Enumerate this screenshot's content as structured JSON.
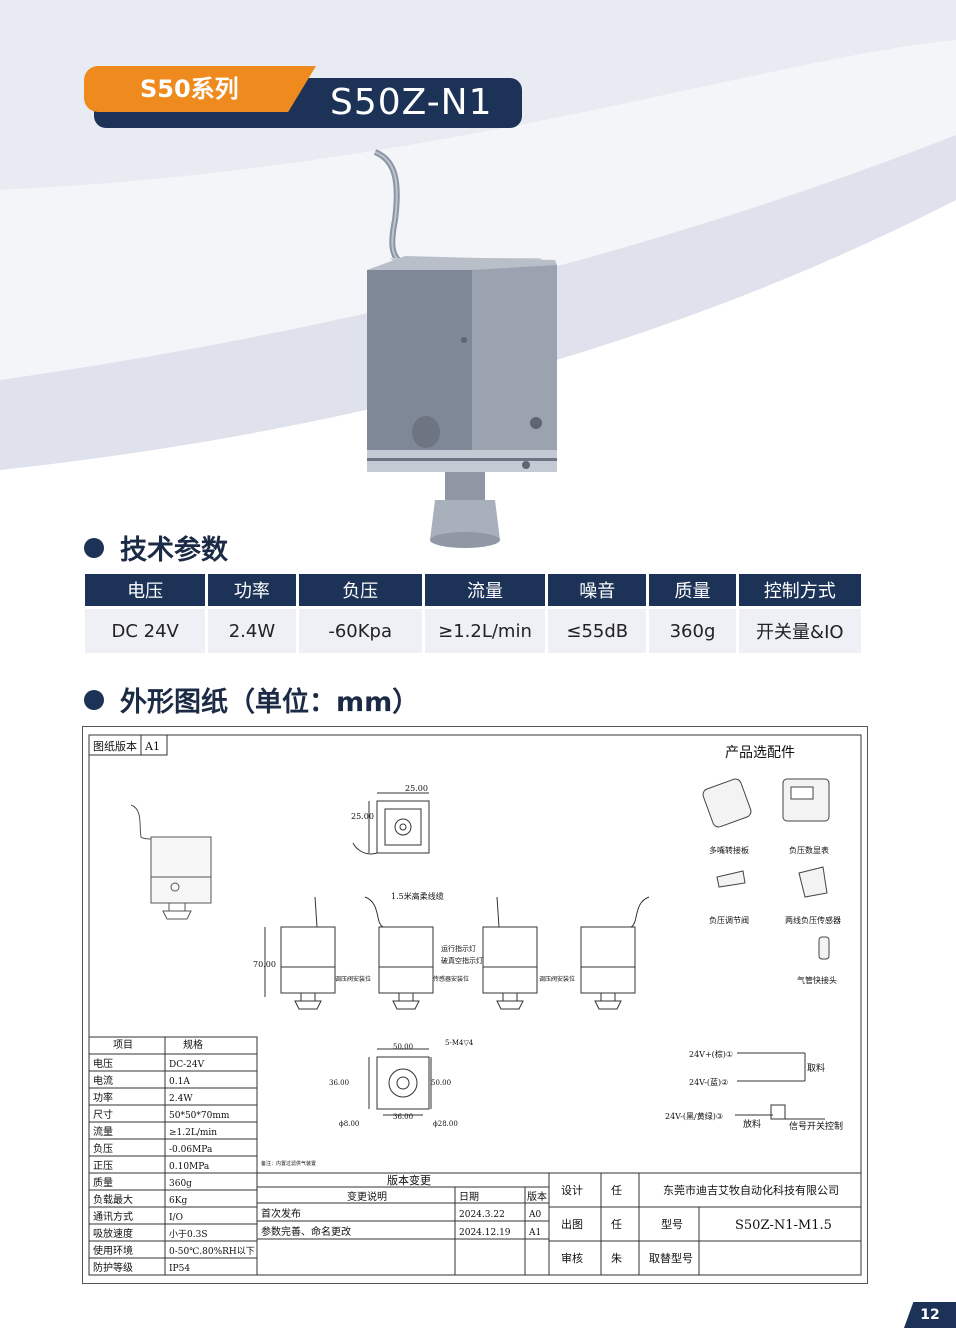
{
  "header": {
    "series_label": "S50系列",
    "model": "S50Z-N1"
  },
  "sections": {
    "tech_params": "技术参数",
    "dimensions": "外形图纸（单位：mm）"
  },
  "specs": {
    "headers": [
      "电压",
      "功率",
      "负压",
      "流量",
      "噪音",
      "质量",
      "控制方式"
    ],
    "values": [
      "DC 24V",
      "2.4W",
      "-60Kpa",
      "≥1.2L/min",
      "≤55dB",
      "360g",
      "开关量&IO"
    ]
  },
  "drawing": {
    "version_label": "图纸版本",
    "version_value": "A1",
    "accessories_title": "产品选配件",
    "accessories": [
      "多嘴转接板",
      "负压数显表",
      "负压调节阀",
      "两线负压传感器",
      "气管快接头"
    ],
    "dims": {
      "d25a": "25.00",
      "d25b": "25.00",
      "d70": "70.00",
      "d50a": "50.00",
      "d36a": "36.00",
      "d50b": "50.00",
      "d36b": "36.00",
      "phi8": "ϕ8.00",
      "phi28": "ϕ28.00",
      "m4": "5-M4▽4"
    },
    "callouts": {
      "cable": "1.5米高柔线缆",
      "run_led": "运行指示灯",
      "vac_led": "破真空指示灯",
      "valve_pos1": "调压阀安装位",
      "sensor_pos": "传感器安装位",
      "valve_pos2": "调压阀安装位",
      "note": "备注：内置过滤供气装置"
    },
    "wiring": {
      "w1": "24V+(棕)①",
      "w2": "24V-(蓝)②",
      "w3": "24V-(黑/黄绿)③",
      "pick": "取料",
      "release": "放料",
      "signal": "信号开关控制"
    },
    "spec_table": {
      "header": [
        "项目",
        "规格"
      ],
      "rows": [
        [
          "电压",
          "DC-24V"
        ],
        [
          "电流",
          "0.1A"
        ],
        [
          "功率",
          "2.4W"
        ],
        [
          "尺寸",
          "50*50*70mm"
        ],
        [
          "流量",
          "≥1.2L/min"
        ],
        [
          "负压",
          "-0.06MPa"
        ],
        [
          "正压",
          "0.10MPa"
        ],
        [
          "质量",
          "360g"
        ],
        [
          "负载最大",
          "6Kg"
        ],
        [
          "通讯方式",
          "I/O"
        ],
        [
          "吸放速度",
          "小于0.3S"
        ],
        [
          "使用环境",
          "0-50℃.80%RH以下"
        ],
        [
          "防护等级",
          "IP54"
        ]
      ]
    },
    "changes": {
      "title": "版本变更",
      "col_desc": "变更说明",
      "col_date": "日期",
      "col_ver": "版本",
      "rows": [
        [
          "首次发布",
          "2024.3.22",
          "A0"
        ],
        [
          "参数完善、命名更改",
          "2024.12.19",
          "A1"
        ]
      ]
    },
    "title_block": {
      "design_label": "设计",
      "design_value": "任",
      "drawn_label": "出图",
      "drawn_value": "任",
      "review_label": "审核",
      "review_value": "朱",
      "company": "东莞市迪吉艾牧自动化科技有限公司",
      "model_label": "型号",
      "model_value": "S50Z-N1-M1.5",
      "replace_label": "取替型号"
    }
  },
  "page_number": "12",
  "colors": {
    "navy": "#1c3257",
    "orange": "#ef8a1e",
    "cell": "#eef0f6"
  }
}
